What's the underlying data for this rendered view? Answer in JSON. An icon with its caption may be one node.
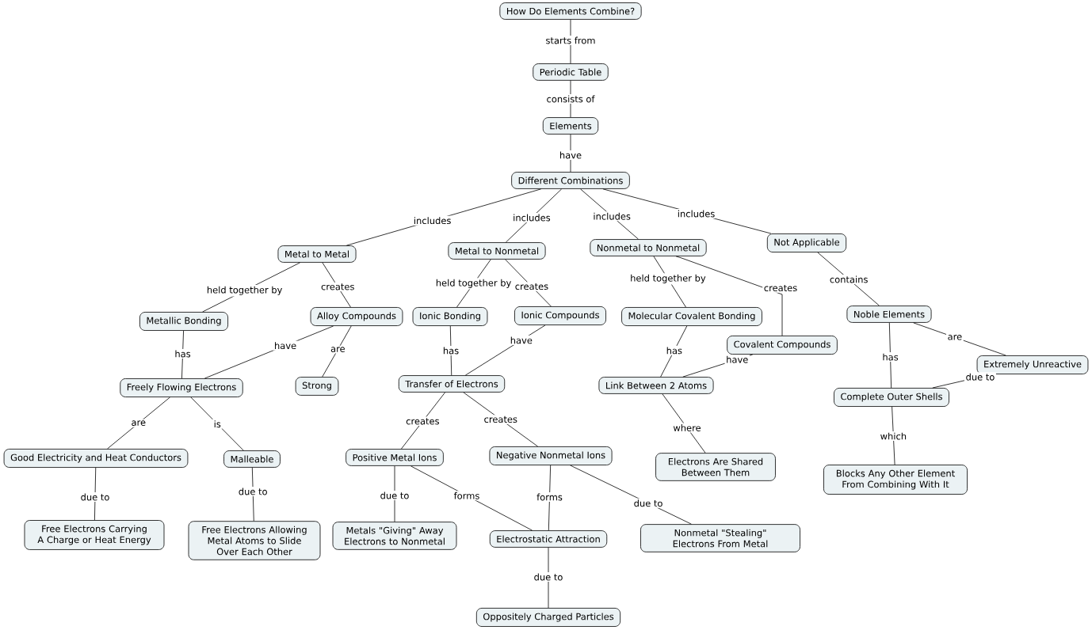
{
  "diagram": {
    "nodes": [
      {
        "text": [
          "How Do Elements Combine?"
        ]
      },
      {
        "text": [
          "Periodic Table"
        ]
      },
      {
        "text": [
          "Elements"
        ]
      },
      {
        "text": [
          "Different Combinations"
        ]
      },
      {
        "text": [
          "Metal to Metal"
        ]
      },
      {
        "text": [
          "Metal to Nonmetal"
        ]
      },
      {
        "text": [
          "Nonmetal to Nonmetal"
        ]
      },
      {
        "text": [
          "Not Applicable"
        ]
      },
      {
        "text": [
          "Metallic Bonding"
        ]
      },
      {
        "text": [
          "Alloy Compounds"
        ]
      },
      {
        "text": [
          "Ionic Bonding"
        ]
      },
      {
        "text": [
          "Ionic Compounds"
        ]
      },
      {
        "text": [
          "Molecular Covalent Bonding"
        ]
      },
      {
        "text": [
          "Noble Elements"
        ]
      },
      {
        "text": [
          "Covalent Compounds"
        ]
      },
      {
        "text": [
          "Extremely Unreactive"
        ]
      },
      {
        "text": [
          "Freely Flowing Electrons"
        ]
      },
      {
        "text": [
          "Strong"
        ]
      },
      {
        "text": [
          "Transfer of Electrons"
        ]
      },
      {
        "text": [
          "Link Between 2 Atoms"
        ]
      },
      {
        "text": [
          "Complete Outer Shells"
        ]
      },
      {
        "text": [
          "Good Electricity and Heat Conductors"
        ]
      },
      {
        "text": [
          "Malleable"
        ]
      },
      {
        "text": [
          "Positive Metal Ions"
        ]
      },
      {
        "text": [
          "Negative Nonmetal Ions"
        ]
      },
      {
        "text": [
          "Electrons Are Shared Between Them"
        ]
      },
      {
        "text": [
          "Blocks Any Other Element From Combining With It"
        ]
      },
      {
        "text": [
          "Free Electrons Carrying A Charge or Heat Energy"
        ]
      },
      {
        "text": [
          "Free Electrons Allowing Metal Atoms to Slide Over Each Other"
        ]
      },
      {
        "text": [
          "Metals \"Giving\" Away Electrons to Nonmetal"
        ]
      },
      {
        "text": [
          "Electrostatic Attraction"
        ]
      },
      {
        "text": [
          "Nonmetal \"Stealing\" Electrons From Metal"
        ]
      },
      {
        "text": [
          "Oppositely Charged Particles"
        ]
      }
    ],
    "edges": [
      {
        "from": 0,
        "to": 1,
        "arrow": "none",
        "label": "starts from"
      },
      {
        "from": 1,
        "to": 2,
        "arrow": "none",
        "label": "consists of"
      },
      {
        "from": 2,
        "to": 3,
        "arrow": "none",
        "label": "have"
      },
      {
        "from": 3,
        "to": 4,
        "arrow": "none",
        "label": "includes"
      },
      {
        "from": 3,
        "to": 5,
        "arrow": "none",
        "label": "includes"
      },
      {
        "from": 3,
        "to": 6,
        "arrow": "none",
        "label": "includes"
      },
      {
        "from": 3,
        "to": 7,
        "arrow": "none",
        "label": "includes"
      },
      {
        "from": 4,
        "to": 8,
        "arrow": "none",
        "label": "held together by"
      },
      {
        "from": 4,
        "to": 9,
        "arrow": "none",
        "label": "creates"
      },
      {
        "from": 5,
        "to": 10,
        "arrow": "none",
        "label": "held together by"
      },
      {
        "from": 5,
        "to": 11,
        "arrow": "none",
        "label": "creates"
      },
      {
        "from": 6,
        "to": 12,
        "arrow": "none",
        "label": "held together by"
      },
      {
        "from": 6,
        "to": 14,
        "arrow": "none",
        "label": "creates"
      },
      {
        "from": 7,
        "to": 13,
        "arrow": "none",
        "label": "contains"
      },
      {
        "from": 8,
        "to": 16,
        "arrow": "none",
        "label": "has"
      },
      {
        "from": 9,
        "to": 16,
        "arrow": "none",
        "label": "have"
      },
      {
        "from": 9,
        "to": 17,
        "arrow": "none",
        "label": "are"
      },
      {
        "from": 10,
        "to": 18,
        "arrow": "none",
        "label": "has"
      },
      {
        "from": 11,
        "to": 18,
        "arrow": "none",
        "label": "have"
      },
      {
        "from": 12,
        "to": 19,
        "arrow": "none",
        "label": "has"
      },
      {
        "from": 14,
        "to": 19,
        "arrow": "none",
        "label": "have"
      },
      {
        "from": 13,
        "to": 20,
        "arrow": "none",
        "label": "has"
      },
      {
        "from": 13,
        "to": 15,
        "arrow": "none",
        "label": "are"
      },
      {
        "from": 15,
        "to": 20,
        "arrow": "none",
        "label": "due to"
      },
      {
        "from": 16,
        "to": 21,
        "arrow": "none",
        "label": "are"
      },
      {
        "from": 16,
        "to": 22,
        "arrow": "none",
        "label": "is"
      },
      {
        "from": 18,
        "to": 23,
        "arrow": "none",
        "label": "creates"
      },
      {
        "from": 18,
        "to": 24,
        "arrow": "none",
        "label": "creates"
      },
      {
        "from": 19,
        "to": 25,
        "arrow": "none",
        "label": "where"
      },
      {
        "from": 20,
        "to": 26,
        "arrow": "none",
        "label": "which"
      },
      {
        "from": 21,
        "to": 27,
        "arrow": "none",
        "label": "due to"
      },
      {
        "from": 22,
        "to": 28,
        "arrow": "none",
        "label": "due to"
      },
      {
        "from": 23,
        "to": 29,
        "arrow": "none",
        "label": "due to"
      },
      {
        "from": 23,
        "to": 30,
        "arrow": "none",
        "label": "forms"
      },
      {
        "from": 24,
        "to": 30,
        "arrow": "none",
        "label": "forms"
      },
      {
        "from": 24,
        "to": 31,
        "arrow": "none",
        "label": "due to"
      },
      {
        "from": 30,
        "to": 32,
        "arrow": "none",
        "label": "due to"
      }
    ]
  }
}
